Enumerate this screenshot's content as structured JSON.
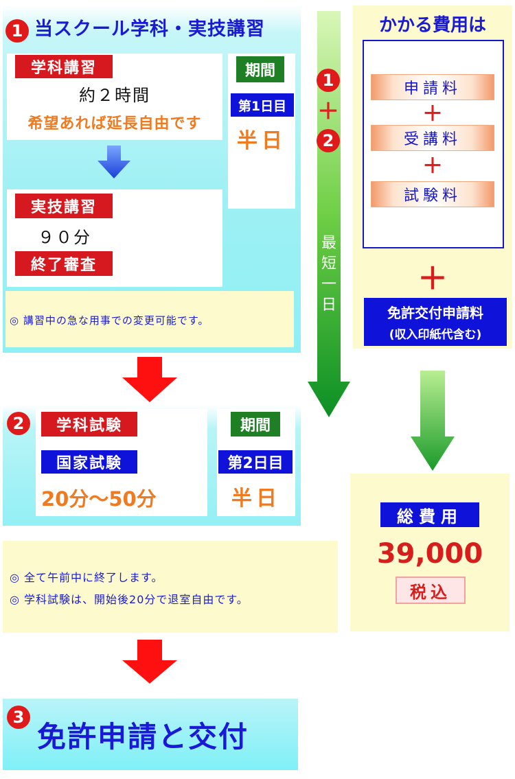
{
  "step1": {
    "num": "1",
    "title": "当スクール学科・実技講習",
    "gakka_label": "学科講習",
    "gakka_time": "約２時間",
    "gakka_note": "希望あれば延長自由です",
    "jitsugi_label": "実技講習",
    "jitsugi_time": "９０分",
    "shinsa_label": "終了審査",
    "period_label": "期間",
    "day_label": "第1日目",
    "duration": "半日",
    "note": "◎ 講習中の急な用事での変更可能です。"
  },
  "step2": {
    "num": "2",
    "label": "学科試験",
    "kokka_label": "国家試験",
    "time": "20分～50分",
    "period_label": "期間",
    "day_label": "第2日目",
    "duration": "半日",
    "note1": "◎ 全て午前中に終了します。",
    "note2": "◎ 学科試験は、開始後20分で退室自由です。"
  },
  "step3": {
    "num": "3",
    "title": "免許申請と交付"
  },
  "shortest": {
    "num1": "1",
    "plus": "＋",
    "num2": "2",
    "text": [
      "最",
      "短",
      "一",
      "日"
    ]
  },
  "costs": {
    "title": "かかる費用は",
    "items": [
      "申請料",
      "受講料",
      "試験料"
    ],
    "plus": "＋",
    "menkyo_label": "免許交付申請料",
    "menkyo_sub": "(収入印紙代含む)",
    "total_label": "総費用",
    "total_value": "39,000",
    "tax_label": "税込"
  },
  "colors": {
    "red": "#d6191f",
    "green": "#1f7f25",
    "blue": "#0f12d8",
    "orange": "#f07a1f",
    "cyan": "#8feff5",
    "cream": "#fdfbce"
  }
}
